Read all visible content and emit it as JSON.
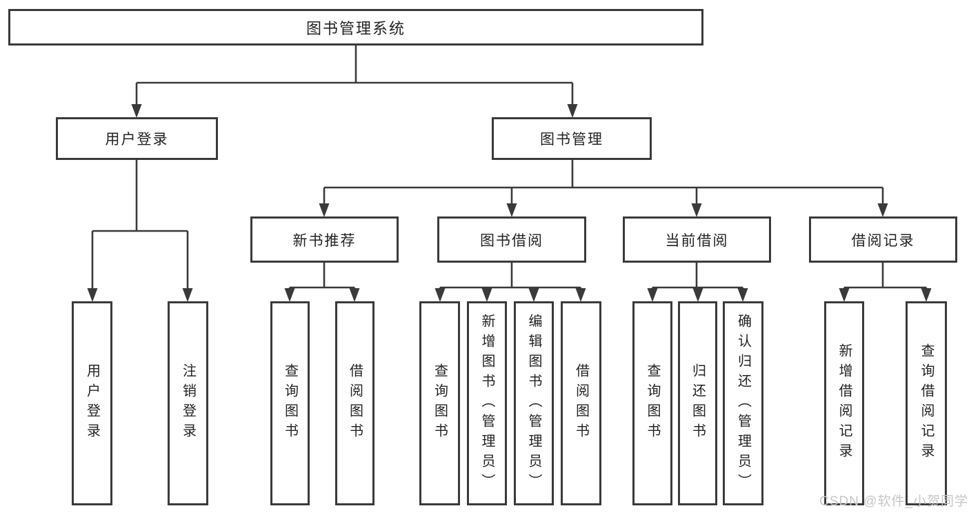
{
  "diagram": {
    "root": {
      "label": "图书管理系统"
    },
    "level2": [
      {
        "id": "user-login",
        "label": "用户登录"
      },
      {
        "id": "book-management",
        "label": "图书管理"
      }
    ],
    "level3": [
      {
        "id": "new-book-recommend",
        "label": "新书推荐",
        "parent": "图书管理"
      },
      {
        "id": "book-borrowing",
        "label": "图书借阅",
        "parent": "图书管理"
      },
      {
        "id": "current-borrowing",
        "label": "当前借阅",
        "parent": "图书管理"
      },
      {
        "id": "borrowing-records",
        "label": "借阅记录",
        "parent": "图书管理"
      }
    ],
    "leaves": [
      {
        "label": "用户登录",
        "parent": "用户登录"
      },
      {
        "label": "注销登录",
        "parent": "用户登录"
      },
      {
        "label": "查询图书",
        "parent": "新书推荐"
      },
      {
        "label": "借阅图书",
        "parent": "新书推荐"
      },
      {
        "label": "查询图书",
        "parent": "图书借阅"
      },
      {
        "label": "新增图书（管理员）",
        "parent": "图书借阅"
      },
      {
        "label": "编辑图书（管理员）",
        "parent": "图书借阅"
      },
      {
        "label": "借阅图书",
        "parent": "图书借阅"
      },
      {
        "label": "查询图书",
        "parent": "当前借阅"
      },
      {
        "label": "归还图书",
        "parent": "当前借阅"
      },
      {
        "label": "确认归还（管理员）",
        "parent": "当前借阅"
      },
      {
        "label": "新增借阅记录",
        "parent": "借阅记录"
      },
      {
        "label": "查询借阅记录",
        "parent": "借阅记录"
      }
    ],
    "watermark": "CSDN @软件_小贺同学",
    "colors": {
      "line": "#3a3a3a",
      "box_border": "#3a3a3a",
      "text": "#232323",
      "background": "#ffffff",
      "watermark": "#c6c6c6"
    }
  }
}
